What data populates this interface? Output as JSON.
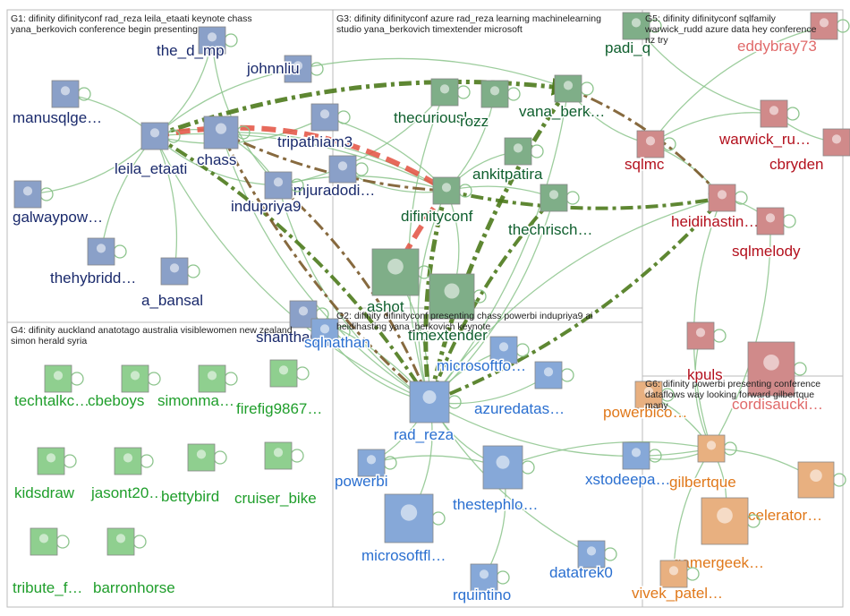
{
  "groups": [
    {
      "id": "G1",
      "title_lines": [
        "G1: difinity difinityconf rad_reza leila_etaati keynote chass",
        "yana_berkovich conference begin presenting"
      ]
    },
    {
      "id": "G3",
      "title_lines": [
        "G3: difinity difinityconf azure rad_reza learning machinelearning",
        "studio yana_berkovich timextender microsoft"
      ]
    },
    {
      "id": "G5",
      "title_lines": [
        "G5: difinity difinityconf sqlfamily",
        "warwick_rudd azure data hey conference",
        "nz try"
      ]
    },
    {
      "id": "G4",
      "title_lines": [
        "G4: difinity auckland anatotago australia visiblewomen new zealand",
        "simon herald syria"
      ]
    },
    {
      "id": "G2",
      "title_lines": [
        "G2: difinity difinityconf presenting chass powerbi indupriya9 ai",
        "heidihasting yana_berkovich keynote"
      ]
    },
    {
      "id": "G6",
      "title_lines": [
        "G6: difinity powerbi presenting conference",
        "dataflows way looking forward gilbertque",
        "many"
      ]
    }
  ],
  "nodes": [
    {
      "id": "the_d_mp",
      "label": "the_d_mp",
      "group": "G1",
      "color": "#1a2a6c"
    },
    {
      "id": "johnnliu",
      "label": "johnnliu",
      "group": "G1",
      "color": "#1a2a6c"
    },
    {
      "id": "manusqlge",
      "label": "manusqlge…",
      "group": "G1",
      "color": "#1a2a6c"
    },
    {
      "id": "leila_etaati",
      "label": "leila_etaati",
      "group": "G1",
      "color": "#1a2a6c"
    },
    {
      "id": "chass",
      "label": "chass",
      "group": "G1",
      "color": "#1a2a6c"
    },
    {
      "id": "tripathiam3",
      "label": "tripathiam3",
      "group": "G1",
      "color": "#1a2a6c"
    },
    {
      "id": "jmjuradodi",
      "label": "jmjuradodi…",
      "group": "G1",
      "color": "#1a2a6c"
    },
    {
      "id": "indupriya9",
      "label": "indupriya9",
      "group": "G1",
      "color": "#1a2a6c"
    },
    {
      "id": "galwaypow",
      "label": "galwaypow…",
      "group": "G1",
      "color": "#1a2a6c"
    },
    {
      "id": "thehybridd",
      "label": "thehybridd…",
      "group": "G1",
      "color": "#1a2a6c"
    },
    {
      "id": "a_bansal",
      "label": "a_bansal",
      "group": "G1",
      "color": "#1a2a6c"
    },
    {
      "id": "shantha05",
      "label": "shantha05",
      "group": "G1",
      "color": "#1a2a6c"
    },
    {
      "id": "padi_q",
      "label": "padi_q",
      "group": "G3",
      "color": "#0f5f2e"
    },
    {
      "id": "thecuriousl",
      "label": "thecuriousl…",
      "group": "G3",
      "color": "#0f5f2e"
    },
    {
      "id": "rozz",
      "label": "rozz",
      "group": "G3",
      "color": "#0f5f2e"
    },
    {
      "id": "vana_berk",
      "label": "vana_berk…",
      "group": "G3",
      "color": "#0f5f2e"
    },
    {
      "id": "ankitpatira",
      "label": "ankitpatira",
      "group": "G3",
      "color": "#0f5f2e"
    },
    {
      "id": "difinityconf",
      "label": "difinityconf",
      "group": "G3",
      "color": "#0f5f2e"
    },
    {
      "id": "thechrisch",
      "label": "thechrisch…",
      "group": "G3",
      "color": "#0f5f2e"
    },
    {
      "id": "ashot",
      "label": "ashot",
      "group": "G3",
      "color": "#0f5f2e"
    },
    {
      "id": "timextender",
      "label": "timextender",
      "group": "G3",
      "color": "#0f5f2e"
    },
    {
      "id": "eddybray73",
      "label": "eddybray73",
      "group": "G5",
      "color": "#e06a6a"
    },
    {
      "id": "warwick_ru",
      "label": "warwick_ru…",
      "group": "G5",
      "color": "#b3101d"
    },
    {
      "id": "sqlmc",
      "label": "sqlmc",
      "group": "G5",
      "color": "#b3101d"
    },
    {
      "id": "cbryden",
      "label": "cbryden",
      "group": "G5",
      "color": "#b3101d"
    },
    {
      "id": "heidihastin",
      "label": "heidihastin…",
      "group": "G5",
      "color": "#b3101d"
    },
    {
      "id": "sqlmelody",
      "label": "sqlmelody",
      "group": "G5",
      "color": "#b3101d"
    },
    {
      "id": "kpuls",
      "label": "kpuls",
      "group": "G5",
      "color": "#b3101d"
    },
    {
      "id": "cordisaucki",
      "label": "cordisaucki…",
      "group": "G5",
      "color": "#e06a6a"
    },
    {
      "id": "techtalkc",
      "label": "techtalkc…",
      "group": "G4",
      "color": "#1f9e2b"
    },
    {
      "id": "cbeboys",
      "label": "cbeboys",
      "group": "G4",
      "color": "#1f9e2b"
    },
    {
      "id": "simonma",
      "label": "simonma…",
      "group": "G4",
      "color": "#1f9e2b"
    },
    {
      "id": "firefig9867",
      "label": "firefig9867…",
      "group": "G4",
      "color": "#1f9e2b"
    },
    {
      "id": "kidsdraw",
      "label": "kidsdraw",
      "group": "G4",
      "color": "#1f9e2b"
    },
    {
      "id": "jasont20",
      "label": "jasont20…",
      "group": "G4",
      "color": "#1f9e2b"
    },
    {
      "id": "bettybird",
      "label": "bettybird",
      "group": "G4",
      "color": "#1f9e2b"
    },
    {
      "id": "cruiser_bike",
      "label": "cruiser_bike",
      "group": "G4",
      "color": "#1f9e2b"
    },
    {
      "id": "tribute_f",
      "label": "tribute_f…",
      "group": "G4",
      "color": "#1f9e2b"
    },
    {
      "id": "barronhorse",
      "label": "barronhorse",
      "group": "G4",
      "color": "#1f9e2b"
    },
    {
      "id": "sqlnathan",
      "label": "sqlnathan",
      "group": "G2",
      "color": "#2a6fd0"
    },
    {
      "id": "microsoftfo",
      "label": "microsoftfo…",
      "group": "G2",
      "color": "#2a6fd0"
    },
    {
      "id": "azuredatas",
      "label": "azuredatas…",
      "group": "G2",
      "color": "#2a6fd0"
    },
    {
      "id": "rad_reza",
      "label": "rad_reza",
      "group": "G2",
      "color": "#2a6fd0"
    },
    {
      "id": "powerbi",
      "label": "powerbi",
      "group": "G2",
      "color": "#2a6fd0"
    },
    {
      "id": "thestephlo",
      "label": "thestephlo…",
      "group": "G2",
      "color": "#2a6fd0"
    },
    {
      "id": "xstodeepa",
      "label": "xstodeepa…",
      "group": "G2",
      "color": "#2a6fd0"
    },
    {
      "id": "microsoftfl",
      "label": "microsoftfl…",
      "group": "G2",
      "color": "#2a6fd0"
    },
    {
      "id": "datatrek0",
      "label": "datatrek0",
      "group": "G2",
      "color": "#2a6fd0"
    },
    {
      "id": "rquintino",
      "label": "rquintino",
      "group": "G2",
      "color": "#2a6fd0"
    },
    {
      "id": "powerbico",
      "label": "powerbico…",
      "group": "G6",
      "color": "#e0781a"
    },
    {
      "id": "gilbertque",
      "label": "gilbertque",
      "group": "G6",
      "color": "#e0781a"
    },
    {
      "id": "celerator",
      "label": "celerator…",
      "group": "G6",
      "color": "#e0781a"
    },
    {
      "id": "gamergeek",
      "label": "gamergeek…",
      "group": "G6",
      "color": "#e0781a"
    },
    {
      "id": "vivek_patel",
      "label": "vivek_patel…",
      "group": "G6",
      "color": "#e0781a"
    }
  ],
  "edges": [
    [
      "leila_etaati",
      "johnnliu"
    ],
    [
      "leila_etaati",
      "the_d_mp"
    ],
    [
      "leila_etaati",
      "chass"
    ],
    [
      "leila_etaati",
      "tripathiam3"
    ],
    [
      "leila_etaati",
      "difinityconf"
    ],
    [
      "leila_etaati",
      "rad_reza"
    ],
    [
      "leila_etaati",
      "a_bansal"
    ],
    [
      "leila_etaati",
      "indupriya9"
    ],
    [
      "chass",
      "difinityconf"
    ],
    [
      "chass",
      "rad_reza"
    ],
    [
      "chass",
      "indupriya9"
    ],
    [
      "indupriya9",
      "rad_reza"
    ],
    [
      "indupriya9",
      "difinityconf"
    ],
    [
      "indupriya9",
      "thecuriousl"
    ],
    [
      "johnnliu",
      "vana_berk"
    ],
    [
      "the_d_mp",
      "indupriya9"
    ],
    [
      "manusqlge",
      "leila_etaati"
    ],
    [
      "galwaypow",
      "leila_etaati"
    ],
    [
      "thehybridd",
      "leila_etaati"
    ],
    [
      "jmjuradodi",
      "difinityconf"
    ],
    [
      "tripathiam3",
      "difinityconf"
    ],
    [
      "difinityconf",
      "rad_reza"
    ],
    [
      "difinityconf",
      "thechrisch"
    ],
    [
      "vana_berk",
      "sqlmc"
    ],
    [
      "vana_berk",
      "rad_reza"
    ],
    [
      "thecuriousl",
      "rad_reza"
    ],
    [
      "rozz",
      "difinityconf"
    ],
    [
      "ankitpatira",
      "difinityconf"
    ],
    [
      "thechrisch",
      "rad_reza"
    ],
    [
      "padi_q",
      "warwick_ru"
    ],
    [
      "sqlmc",
      "heidihastin"
    ],
    [
      "warwick_ru",
      "sqlmc"
    ],
    [
      "heidihastin",
      "sqlmelody"
    ],
    [
      "heidihastin",
      "gilbertque"
    ],
    [
      "cbryden",
      "warwick_ru"
    ],
    [
      "eddybray73",
      "sqlmc"
    ],
    [
      "sqlmelody",
      "gilbertque"
    ],
    [
      "rad_reza",
      "thestephlo"
    ],
    [
      "rad_reza",
      "microsoftfo"
    ],
    [
      "rad_reza",
      "azuredatas"
    ],
    [
      "rad_reza",
      "powerbi"
    ],
    [
      "rad_reza",
      "gilbertque"
    ],
    [
      "thestephlo",
      "gilbertque"
    ],
    [
      "xstodeepa",
      "gilbertque"
    ],
    [
      "ashot",
      "rad_reza"
    ],
    [
      "timextender",
      "difinityconf"
    ],
    [
      "powerbi",
      "thestephlo"
    ],
    [
      "microsoftfl",
      "rad_reza"
    ],
    [
      "datatrek0",
      "rad_reza"
    ],
    [
      "rquintino",
      "thestephlo"
    ],
    [
      "gilbertque",
      "celerator"
    ],
    [
      "gamergeek",
      "gilbertque"
    ],
    [
      "vivek_patel",
      "gilbertque"
    ],
    [
      "kpuls",
      "gilbertque"
    ],
    [
      "powerbico",
      "gilbertque"
    ],
    [
      "sqlnathan",
      "rad_reza"
    ],
    [
      "shantha05",
      "rad_reza"
    ],
    [
      "heidihastin",
      "rad_reza"
    ]
  ],
  "heavy_edges": [
    [
      "chass",
      "difinityconf"
    ],
    [
      "leila_etaati",
      "rad_reza"
    ],
    [
      "difinityconf",
      "rad_reza"
    ],
    [
      "vana_berk",
      "heidihastin"
    ],
    [
      "thechrisch",
      "rad_reza"
    ],
    [
      "leila_etaati",
      "vana_berk"
    ],
    [
      "chass",
      "rad_reza"
    ],
    [
      "heidihastin",
      "rad_reza"
    ],
    [
      "vana_berk",
      "rad_reza"
    ],
    [
      "indupriya9",
      "rad_reza"
    ],
    [
      "difinityconf",
      "heidihastin"
    ]
  ],
  "highlight_edges": [
    [
      "leila_etaati",
      "difinityconf"
    ],
    [
      "difinityconf",
      "ashot"
    ]
  ],
  "colors": {
    "edge": "#8cc48c",
    "heavy_dark": "#4c7a1c",
    "heavy_brown": "#7a5a2a",
    "highlight": "#e35040",
    "group_border": "#bbbbbb"
  }
}
